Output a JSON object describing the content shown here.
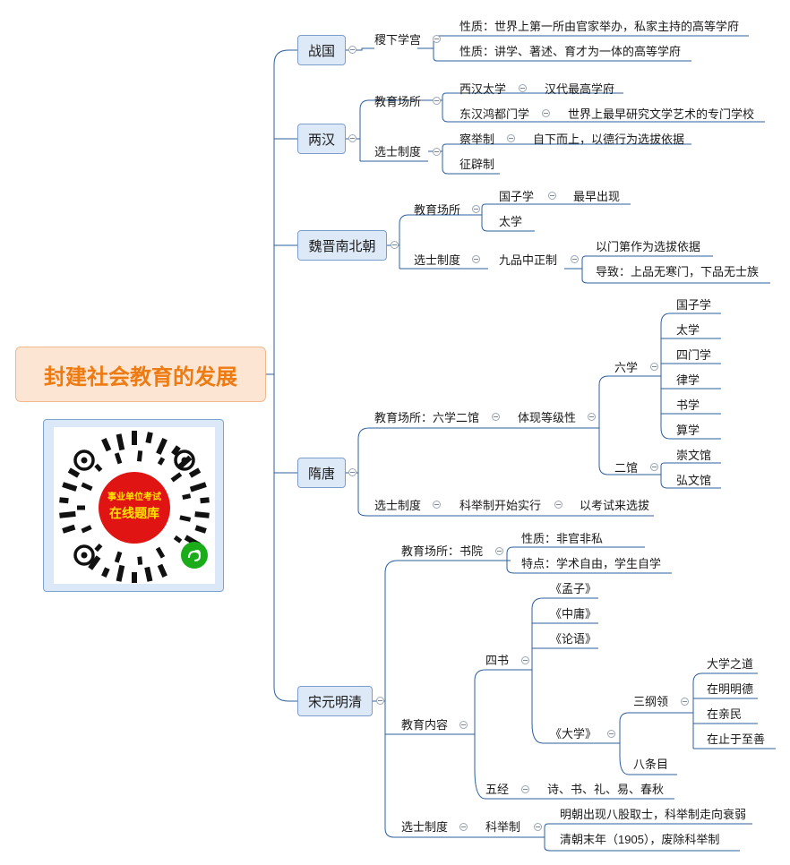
{
  "root": {
    "title": "封建社会教育的发展"
  },
  "ad": {
    "line1": "事业单位考试",
    "line2": "在线题库"
  },
  "colors": {
    "line": "#2c5f9e",
    "eraFill": "#dde9f7",
    "eraBorder": "#7d9ecc",
    "rootFill": "#fde5d3",
    "rootText": "#ee7a12",
    "adRed": "#e11414",
    "adYellow": "#ffe500",
    "adGreen": "#1aad19"
  },
  "icons": {
    "collapse": "minus-circle-icon",
    "miniProgram": "mini-program-logo-icon"
  },
  "eras": [
    {
      "name": "战国",
      "branches": [
        {
          "label": "稷下学宫",
          "children": [
            {
              "label": "性质：世界上第一所由官家举办，私家主持的高等学府"
            },
            {
              "label": "性质：讲学、著述、育才为一体的高等学府"
            }
          ]
        }
      ]
    },
    {
      "name": "两汉",
      "branches": [
        {
          "label": "教育场所",
          "children": [
            {
              "label": "西汉太学",
              "note": "汉代最高学府"
            },
            {
              "label": "东汉鸿都门学",
              "note": "世界上最早研究文学艺术的专门学校"
            }
          ]
        },
        {
          "label": "选士制度",
          "children": [
            {
              "label": "察举制",
              "note": "自下而上，以德行为选拔依据"
            },
            {
              "label": "征辟制"
            }
          ]
        }
      ]
    },
    {
      "name": "魏晋南北朝",
      "branches": [
        {
          "label": "教育场所",
          "children": [
            {
              "label": "国子学",
              "note": "最早出现"
            },
            {
              "label": "太学"
            }
          ]
        },
        {
          "label": "选士制度",
          "children": [
            {
              "label": "九品中正制",
              "children": [
                {
                  "label": "以门第作为选拔依据"
                },
                {
                  "label": "导致：上品无寒门，下品无士族"
                }
              ]
            }
          ]
        }
      ]
    },
    {
      "name": "隋唐",
      "branches": [
        {
          "label": "教育场所：六学二馆",
          "children": [
            {
              "label": "体现等级性",
              "children": [
                {
                  "label": "六学",
                  "children": [
                    "国子学",
                    "太学",
                    "四门学",
                    "律学",
                    "书学",
                    "算学"
                  ]
                },
                {
                  "label": "二馆",
                  "children": [
                    "崇文馆",
                    "弘文馆"
                  ]
                }
              ]
            }
          ]
        },
        {
          "label": "选士制度",
          "children": [
            {
              "label": "科举制开始实行",
              "note": "以考试来选拔"
            }
          ]
        }
      ]
    },
    {
      "name": "宋元明清",
      "branches": [
        {
          "label": "教育场所：书院",
          "children": [
            {
              "label": "性质：非官非私"
            },
            {
              "label": "特点：学术自由，学生自学"
            }
          ]
        },
        {
          "label": "教育内容",
          "children": [
            {
              "label": "四书",
              "children": [
                {
                  "label": "《孟子》"
                },
                {
                  "label": "《中庸》"
                },
                {
                  "label": "《论语》"
                },
                {
                  "label": "《大学》",
                  "children": [
                    {
                      "label": "三纲领",
                      "children": [
                        "大学之道",
                        "在明明德",
                        "在亲民",
                        "在止于至善"
                      ]
                    },
                    {
                      "label": "八条目"
                    }
                  ]
                }
              ]
            },
            {
              "label": "五经",
              "note": "诗、书、礼、易、春秋"
            }
          ]
        },
        {
          "label": "选士制度",
          "children": [
            {
              "label": "科举制",
              "children": [
                {
                  "label": "明朝出现八股取士，科举制走向衰弱"
                },
                {
                  "label": "清朝末年（1905），废除科举制"
                }
              ]
            }
          ]
        }
      ]
    }
  ]
}
